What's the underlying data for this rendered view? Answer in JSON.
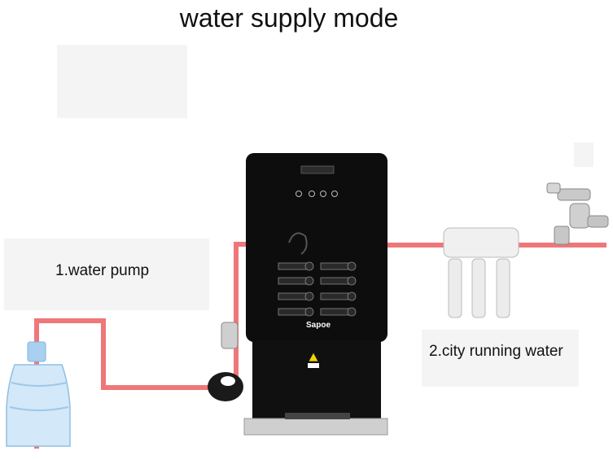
{
  "title": "water supply mode",
  "labels": {
    "water_pump": "1.water pump",
    "city_water": "2.city running water"
  },
  "machine": {
    "brand": "Sapoe"
  },
  "colors": {
    "pipe": "#e8494e",
    "machine_body": "#0d0d0d",
    "panel_bg": "#f4f4f4"
  }
}
